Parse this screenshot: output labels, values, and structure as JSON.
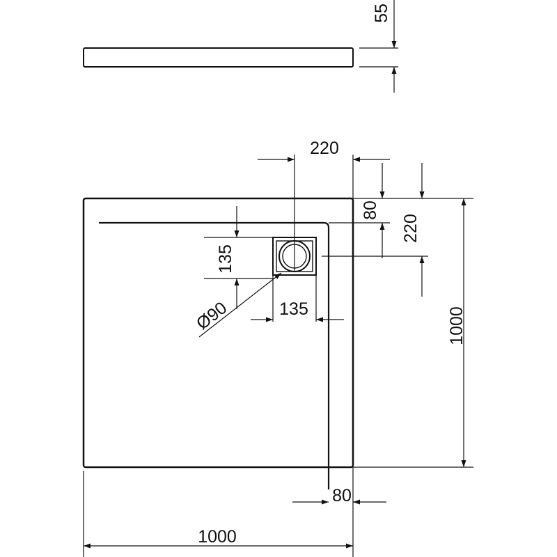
{
  "colors": {
    "line": "#111111",
    "background": "#ffffff"
  },
  "dimensions": {
    "tray_height": "55",
    "drain_offset_x": "220",
    "rim_width_top": "80",
    "drain_offset_y": "220",
    "drain_box_height": "135",
    "drain_box_width": "135",
    "drain_diameter": "Ø90",
    "tray_depth": "1000",
    "rim_width_right": "80",
    "tray_width": "1000"
  }
}
